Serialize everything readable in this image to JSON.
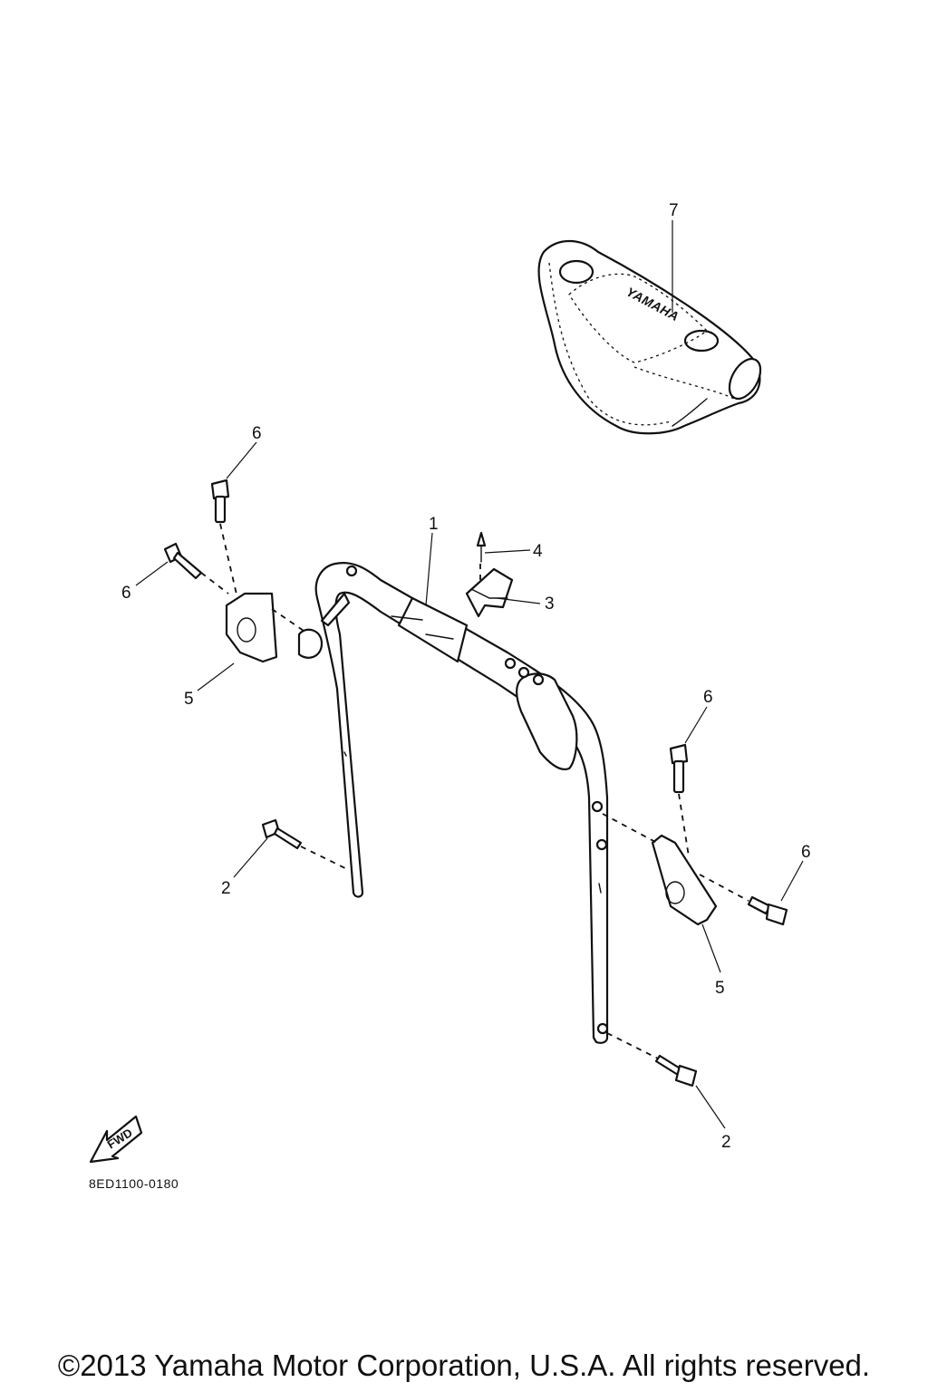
{
  "callouts": {
    "c1": "1",
    "c2a": "2",
    "c2b": "2",
    "c3": "3",
    "c4": "4",
    "c5a": "5",
    "c5b": "5",
    "c6a": "6",
    "c6b": "6",
    "c6c": "6",
    "c6d": "6",
    "c7": "7"
  },
  "direction_label": "FWD",
  "drawing_code": "8ED1100-0180",
  "pad_logo": "YAMAHA",
  "copyright": "©2013 Yamaha Motor Corporation, U.S.A. All rights reserved."
}
